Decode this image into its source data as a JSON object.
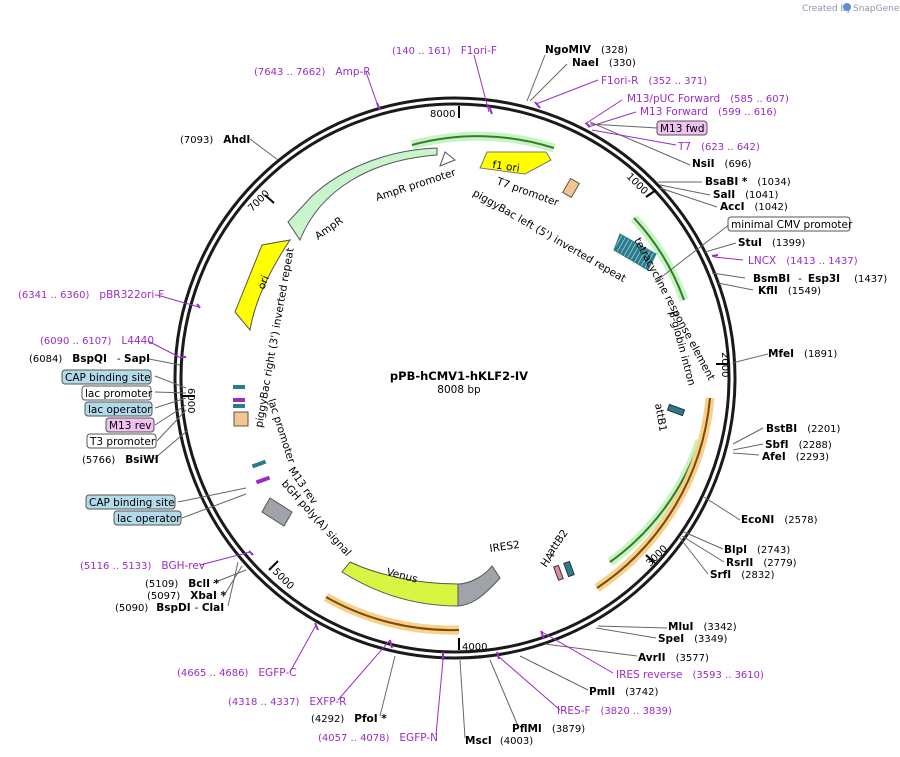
{
  "credit": {
    "prefix": "Created by",
    "brand": "SnapGene"
  },
  "plasmid": {
    "name": "pPB-hCMV1-hKLF2-IV",
    "size_label": "8008 bp"
  },
  "ticks": [
    "1000",
    "2000",
    "3000",
    "4000",
    "5000",
    "6000",
    "7000",
    "8000"
  ],
  "sites": [
    {
      "name": "NgoMIV",
      "pos": "(328)"
    },
    {
      "name": "NaeI",
      "pos": "(330)"
    },
    {
      "name": "NsiI",
      "pos": "(696)"
    },
    {
      "name": "BsaBI *",
      "pos": "(1034)"
    },
    {
      "name": "SalI",
      "pos": "(1041)"
    },
    {
      "name": "AccI",
      "pos": "(1042)"
    },
    {
      "name": "StuI",
      "pos": "(1399)"
    },
    {
      "name": "BsmBI",
      "sep": "-",
      "name2": "Esp3I",
      "pos": "(1437)"
    },
    {
      "name": "KflI",
      "pos": "(1549)"
    },
    {
      "name": "MfeI",
      "pos": "(1891)"
    },
    {
      "name": "BstBI",
      "pos": "(2201)"
    },
    {
      "name": "SbfI",
      "pos": "(2288)"
    },
    {
      "name": "AfeI",
      "pos": "(2293)"
    },
    {
      "name": "EcoNI",
      "pos": "(2578)"
    },
    {
      "name": "BlpI",
      "pos": "(2743)"
    },
    {
      "name": "RsrII",
      "pos": "(2779)"
    },
    {
      "name": "SrfI",
      "pos": "(2832)"
    },
    {
      "name": "MluI",
      "pos": "(3342)"
    },
    {
      "name": "SpeI",
      "pos": "(3349)"
    },
    {
      "name": "AvrII",
      "pos": "(3577)"
    },
    {
      "name": "PmlI",
      "pos": "(3742)"
    },
    {
      "name": "PflMI",
      "pos": "(3879)"
    },
    {
      "name": "MscI",
      "pos": "(4003)"
    },
    {
      "name": "PfoI *",
      "pos": "(4292)"
    },
    {
      "name": "BclI *",
      "pos": "(5109)"
    },
    {
      "name": "XbaI *",
      "pos": "(5097)"
    },
    {
      "name": "BspDI",
      "sep": "- ",
      "name2": "ClaI",
      "pos": "(5090)"
    },
    {
      "name": "BsiWI",
      "pos": "(5766)"
    },
    {
      "name": "BspQI",
      "sep": "- ",
      "name2": "SapI",
      "pos": "(6084)"
    },
    {
      "name": "AhdI",
      "pos": "(7093)"
    }
  ],
  "primers": [
    {
      "name": "F1ori-F",
      "range": "(140 .. 161)"
    },
    {
      "name": "F1ori-R",
      "range": "(352 .. 371)"
    },
    {
      "name": "M13/pUC Forward",
      "range": "(585 .. 607)"
    },
    {
      "name": "M13 Forward",
      "range": "(599 .. 616)"
    },
    {
      "name": "T7",
      "range": "(623 .. 642)"
    },
    {
      "name": "LNCX",
      "range": "(1413 .. 1437)"
    },
    {
      "name": "IRES reverse",
      "range": "(3593 .. 3610)"
    },
    {
      "name": "IRES-F",
      "range": "(3820 .. 3839)"
    },
    {
      "name": "EGFP-N",
      "range": "(4057 .. 4078)"
    },
    {
      "name": "EXFP-R",
      "range": "(4318 .. 4337)"
    },
    {
      "name": "EGFP-C",
      "range": "(4665 .. 4686)"
    },
    {
      "name": "BGH-rev",
      "range": "(5116 .. 5133)"
    },
    {
      "name": "L4440",
      "range": "(6090 .. 6107)"
    },
    {
      "name": "pBR322ori-F",
      "range": "(6341 .. 6360)"
    },
    {
      "name": "Amp-R",
      "range": "(7643 .. 7662)"
    }
  ],
  "boxed": {
    "m13_fwd": "M13 fwd",
    "minimal_cmv": "minimal CMV promoter",
    "cap_site_1": "CAP binding site",
    "lac_promoter": "lac promoter",
    "lac_operator_1": "lac operator",
    "m13_rev": "M13 rev",
    "t3_promoter": "T3 promoter",
    "cap_site_2": "CAP binding site",
    "lac_operator_2": "lac operator"
  },
  "features": {
    "f1_ori": "f1 ori",
    "t7_promoter": "T7 promoter",
    "piggybac_left": "piggyBac left (5') inverted repeat",
    "tet_response": "tetracycline response element",
    "beta_globin": "β-globin intron",
    "attb1": "attB1",
    "attb2": "attB2",
    "ha": "HA",
    "ires2": "IRES2",
    "venus": "Venus",
    "bgh": "bGH poly(A) signal",
    "m13_rev_inner": "M13 rev",
    "lac_promoter_inner": "lac promoter",
    "piggybac_right": "piggyBac right (3') inverted repeat",
    "ori": "ori",
    "ampr": "AmpR",
    "ampr_promoter": "AmpR promoter"
  },
  "colors": {
    "backbone": "#1a1a1a",
    "primer": "#9b2bc7",
    "yellow_feature": "#ffff00",
    "green_highlight": "#c5f5c5",
    "orange_highlight": "#f7d08a",
    "grey_feature": "#a0a4a8",
    "venus": "#d9f542",
    "ampr": "#c8f5cc",
    "teal": "#2a7c8c",
    "box_blue": "#b2dae8",
    "box_pink": "#f0c0f0"
  }
}
